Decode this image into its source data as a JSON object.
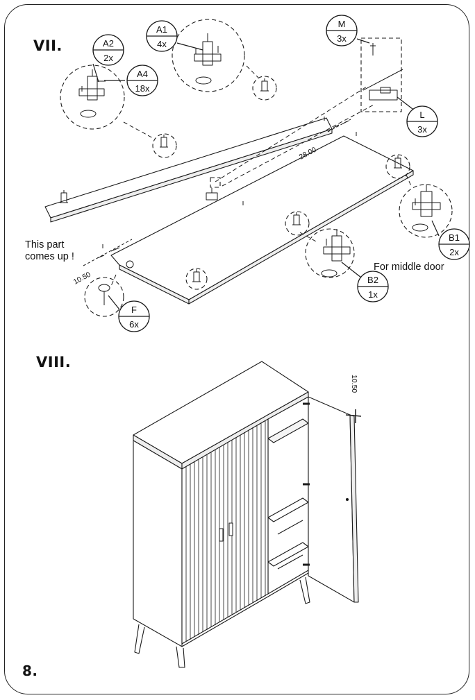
{
  "steps": {
    "top": "VII.",
    "bottom": "VIII.",
    "page": "8."
  },
  "notes": {
    "this_part_line1": "This part",
    "this_part_line2": "comes up !",
    "middle_door": "For middle door"
  },
  "callouts": {
    "a1": {
      "code": "A1",
      "qty": "4x"
    },
    "a2": {
      "code": "A2",
      "qty": "2x"
    },
    "a4": {
      "code": "A4",
      "qty": "18x"
    },
    "m": {
      "code": "M",
      "qty": "3x"
    },
    "l": {
      "code": "L",
      "qty": "3x"
    },
    "b1": {
      "code": "B1",
      "qty": "2x"
    },
    "b2": {
      "code": "B2",
      "qty": "1x"
    },
    "f": {
      "code": "F",
      "qty": "6x"
    }
  },
  "dimensions": {
    "gap_long": "28.00",
    "gap_left": "10.50",
    "gap_door": "10.50"
  },
  "colors": {
    "line": "#1a1a1a",
    "paper": "#ffffff"
  }
}
